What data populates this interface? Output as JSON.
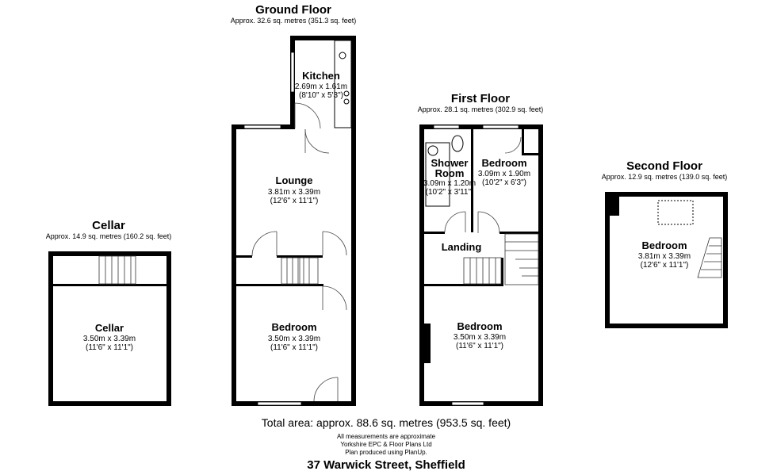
{
  "floors": {
    "ground": {
      "title": "Ground Floor",
      "area": "Approx. 32.6 sq. metres (351.3 sq. feet)",
      "rooms": [
        {
          "name": "Kitchen",
          "metric": "2.69m x 1.61m",
          "imperial": "(8'10\" x 5'3\")"
        },
        {
          "name": "Lounge",
          "metric": "3.81m x 3.39m",
          "imperial": "(12'6\" x 11'1\")"
        },
        {
          "name": "Bedroom",
          "metric": "3.50m x 3.39m",
          "imperial": "(11'6\" x 11'1\")"
        }
      ]
    },
    "first": {
      "title": "First Floor",
      "area": "Approx. 28.1 sq. metres (302.9 sq. feet)",
      "rooms": [
        {
          "name": "Shower",
          "name2": "Room",
          "metric": "3.09m x 1.20m",
          "imperial": "(10'2\" x 3'11\")"
        },
        {
          "name": "Bedroom",
          "metric": "3.09m x 1.90m",
          "imperial": "(10'2\" x 6'3\")"
        },
        {
          "name": "Landing"
        },
        {
          "name": "Bedroom",
          "metric": "3.50m x 3.39m",
          "imperial": "(11'6\" x 11'1\")"
        }
      ]
    },
    "cellar": {
      "title": "Cellar",
      "area": "Approx. 14.9 sq. metres (160.2 sq. feet)",
      "rooms": [
        {
          "name": "Cellar",
          "metric": "3.50m x 3.39m",
          "imperial": "(11'6\" x 11'1\")"
        }
      ]
    },
    "second": {
      "title": "Second Floor",
      "area": "Approx. 12.9 sq. metres (139.0 sq. feet)",
      "rooms": [
        {
          "name": "Bedroom",
          "metric": "3.81m x 3.39m",
          "imperial": "(12'6\" x 11'1\")"
        }
      ]
    }
  },
  "footer": {
    "total": "Total area: approx. 88.6 sq. metres (953.5 sq. feet)",
    "note1": "All measurements are approximate",
    "note2": "Yorkshire EPC & Floor Plans Ltd",
    "note3": "Plan produced using PlanUp.",
    "address": "37 Warwick Street, Sheffield"
  }
}
